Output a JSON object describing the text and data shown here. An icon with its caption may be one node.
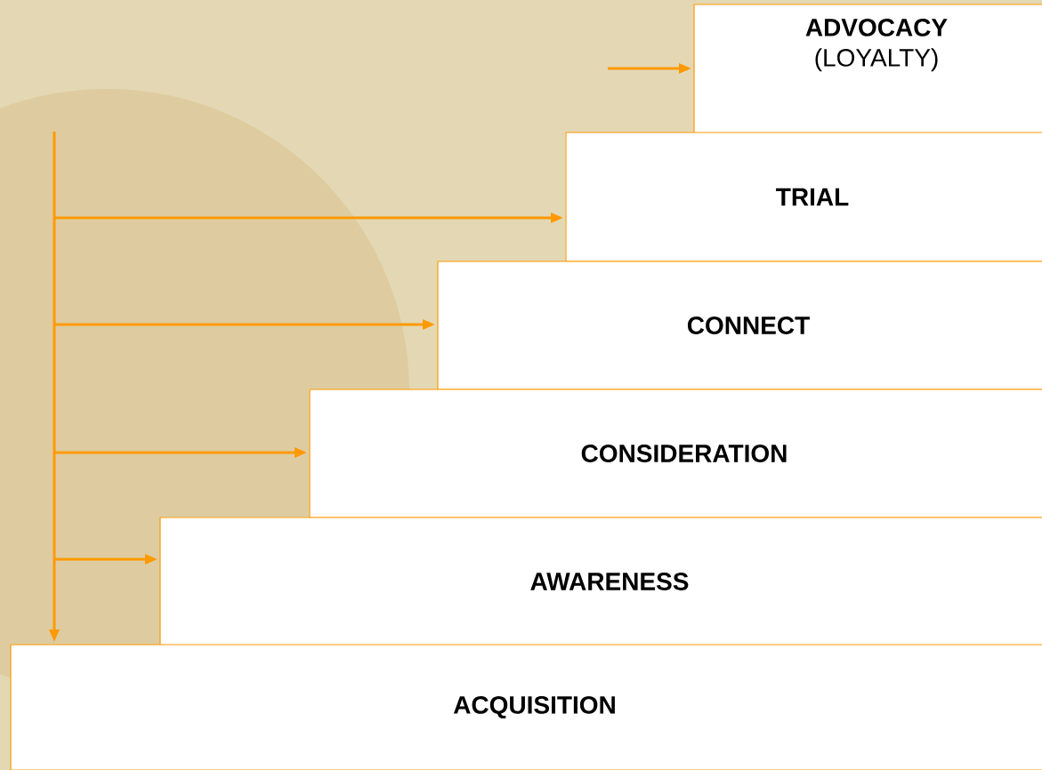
{
  "diagram": {
    "nodes": [
      {
        "text": [
          "ADVOCACY",
          "(LOYALTY)"
        ]
      },
      {
        "text": [
          "TRIAL"
        ]
      },
      {
        "text": [
          "CONNECT"
        ]
      },
      {
        "text": [
          "CONSIDERATION"
        ]
      },
      {
        "text": [
          "AWARENESS"
        ]
      },
      {
        "text": [
          "ACQUISITION"
        ]
      }
    ],
    "edges": [
      {
        "from": null,
        "to": 0,
        "arrow": "to"
      },
      {
        "from": null,
        "to": 1,
        "arrow": "to"
      },
      {
        "from": null,
        "to": 2,
        "arrow": "to"
      },
      {
        "from": null,
        "to": 3,
        "arrow": "to"
      },
      {
        "from": null,
        "to": 4,
        "arrow": "to"
      },
      {
        "from": null,
        "to": 5,
        "arrow": "to"
      }
    ]
  }
}
